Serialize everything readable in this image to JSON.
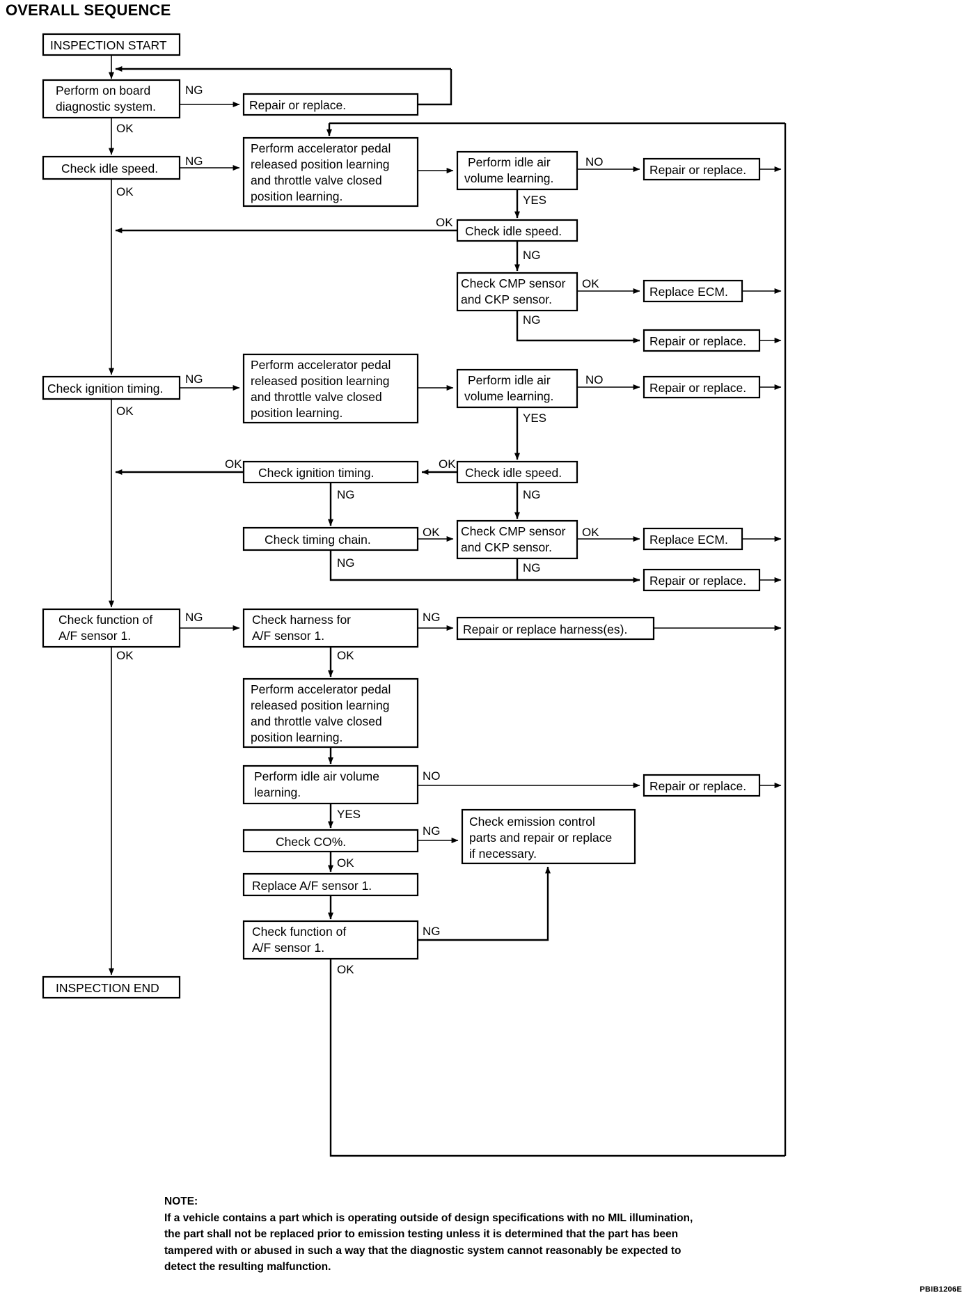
{
  "page": {
    "title": "OVERALL SEQUENCE",
    "figure_code": "PBIB1206E"
  },
  "note": {
    "heading": "NOTE:",
    "lines": [
      "If a vehicle contains a part which is operating outside of design specifications with no MIL illumination,",
      "the part shall not be replaced prior to emission testing unless it is determined that the part has been",
      "tampered with or abused in such a way that the diagnostic system cannot reasonably be expected to",
      "detect the resulting malfunction."
    ]
  },
  "flowchart": {
    "type": "flowchart",
    "nodes": [
      {
        "id": "start",
        "label": [
          "INSPECTION START"
        ]
      },
      {
        "id": "obd",
        "label": [
          "Perform on board",
          "diagnostic system."
        ]
      },
      {
        "id": "rr1",
        "label": [
          "Repair or replace."
        ]
      },
      {
        "id": "idle1",
        "label": [
          "Check idle speed."
        ]
      },
      {
        "id": "learn1",
        "label": [
          "Perform accelerator pedal",
          "released position learning",
          "and throttle valve closed",
          "position learning."
        ]
      },
      {
        "id": "iavl1",
        "label": [
          "Perform idle air",
          "volume learning."
        ]
      },
      {
        "id": "rr2",
        "label": [
          "Repair or replace."
        ]
      },
      {
        "id": "idle2",
        "label": [
          "Check idle speed."
        ]
      },
      {
        "id": "cmp1",
        "label": [
          "Check CMP sensor",
          "and CKP sensor."
        ]
      },
      {
        "id": "ecm1",
        "label": [
          "Replace ECM."
        ]
      },
      {
        "id": "rr3",
        "label": [
          "Repair or replace."
        ]
      },
      {
        "id": "ign1",
        "label": [
          "Check ignition timing."
        ]
      },
      {
        "id": "learn2",
        "label": [
          "Perform accelerator pedal",
          "released position learning",
          "and throttle valve closed",
          "position learning."
        ]
      },
      {
        "id": "iavl2",
        "label": [
          "Perform idle air",
          "volume learning."
        ]
      },
      {
        "id": "rr4",
        "label": [
          "Repair or replace."
        ]
      },
      {
        "id": "ign2",
        "label": [
          "Check ignition timing."
        ]
      },
      {
        "id": "idle3",
        "label": [
          "Check idle speed."
        ]
      },
      {
        "id": "chain",
        "label": [
          "Check timing chain."
        ]
      },
      {
        "id": "cmp2",
        "label": [
          "Check CMP sensor",
          "and CKP sensor."
        ]
      },
      {
        "id": "ecm2",
        "label": [
          "Replace ECM."
        ]
      },
      {
        "id": "rr5",
        "label": [
          "Repair or replace."
        ]
      },
      {
        "id": "af1",
        "label": [
          "Check function of",
          "A/F sensor 1."
        ]
      },
      {
        "id": "harness",
        "label": [
          "Check harness for",
          "A/F sensor 1."
        ]
      },
      {
        "id": "rrharness",
        "label": [
          "Repair or replace harness(es)."
        ]
      },
      {
        "id": "learn3",
        "label": [
          "Perform accelerator pedal",
          "released position learning",
          "and throttle valve closed",
          "position learning."
        ]
      },
      {
        "id": "iavl3",
        "label": [
          "Perform idle air volume",
          "learning."
        ]
      },
      {
        "id": "rr6",
        "label": [
          "Repair or replace."
        ]
      },
      {
        "id": "co",
        "label": [
          "Check CO%."
        ]
      },
      {
        "id": "emission",
        "label": [
          "Check emission control",
          "parts and repair or replace",
          "if necessary."
        ]
      },
      {
        "id": "replaceaf",
        "label": [
          "Replace A/F sensor 1."
        ]
      },
      {
        "id": "af2",
        "label": [
          "Check function of",
          "A/F sensor 1."
        ]
      },
      {
        "id": "end",
        "label": [
          "INSPECTION END"
        ]
      }
    ],
    "edge_labels": [
      {
        "id": "e_obd_ng",
        "text": "NG"
      },
      {
        "id": "e_obd_ok",
        "text": "OK"
      },
      {
        "id": "e_idle1_ng",
        "text": "NG"
      },
      {
        "id": "e_idle1_ok",
        "text": "OK"
      },
      {
        "id": "e_iavl1_no",
        "text": "NO"
      },
      {
        "id": "e_iavl1_yes",
        "text": "YES"
      },
      {
        "id": "e_idle2_ok",
        "text": "OK"
      },
      {
        "id": "e_idle2_ng",
        "text": "NG"
      },
      {
        "id": "e_cmp1_ok",
        "text": "OK"
      },
      {
        "id": "e_cmp1_ng",
        "text": "NG"
      },
      {
        "id": "e_ign1_ng",
        "text": "NG"
      },
      {
        "id": "e_ign1_ok",
        "text": "OK"
      },
      {
        "id": "e_iavl2_no",
        "text": "NO"
      },
      {
        "id": "e_iavl2_yes",
        "text": "YES"
      },
      {
        "id": "e_idle3_ok",
        "text": "OK"
      },
      {
        "id": "e_idle3_ng",
        "text": "NG"
      },
      {
        "id": "e_ign2_ok",
        "text": "OK"
      },
      {
        "id": "e_ign2_ng",
        "text": "NG"
      },
      {
        "id": "e_chain_ok",
        "text": "OK"
      },
      {
        "id": "e_chain_ng",
        "text": "NG"
      },
      {
        "id": "e_cmp2_ok",
        "text": "OK"
      },
      {
        "id": "e_cmp2_ng",
        "text": "NG"
      },
      {
        "id": "e_af1_ng",
        "text": "NG"
      },
      {
        "id": "e_af1_ok",
        "text": "OK"
      },
      {
        "id": "e_harness_ng",
        "text": "NG"
      },
      {
        "id": "e_harness_ok",
        "text": "OK"
      },
      {
        "id": "e_iavl3_no",
        "text": "NO"
      },
      {
        "id": "e_iavl3_yes",
        "text": "YES"
      },
      {
        "id": "e_co_ng",
        "text": "NG"
      },
      {
        "id": "e_co_ok",
        "text": "OK"
      },
      {
        "id": "e_af2_ng",
        "text": "NG"
      },
      {
        "id": "e_af2_ok",
        "text": "OK"
      }
    ]
  }
}
